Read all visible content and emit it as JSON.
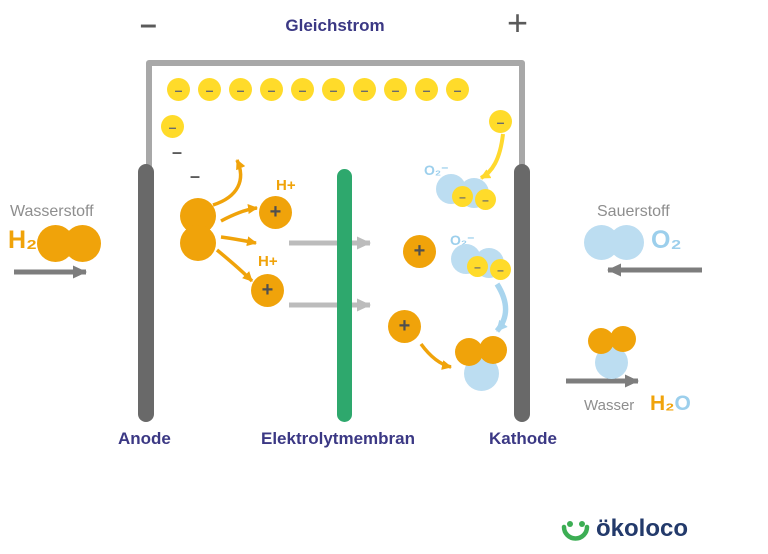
{
  "title": "Gleichstrom",
  "terminals": {
    "minus": "–",
    "plus": "+"
  },
  "symbols": {
    "minus": "–",
    "plus": "+"
  },
  "inputs": {
    "left": {
      "label": "Wasserstoff",
      "formula": "H₂"
    },
    "right": {
      "label": "Sauerstoff",
      "formula": "O₂"
    }
  },
  "parts": {
    "anode": "Anode",
    "membrane": "Elektrolytmembran",
    "cathode": "Kathode"
  },
  "ions": {
    "h_plus": "H+",
    "o2_minus": "O₂⁻"
  },
  "output": {
    "label": "Wasser",
    "h2": "H₂",
    "o": "O"
  },
  "logo": {
    "text": "ökoloco"
  },
  "colors": {
    "orange": "#F0A30A",
    "electron_yellow": "#FFDB2A",
    "oxygen_blue": "#BCDDF1",
    "membrane_green": "#2EA86D",
    "electrode_gray": "#696969",
    "wire_gray": "#A8A8A8",
    "label_navy": "#3B3884",
    "text_gray": "#8E8E8E",
    "logo_navy": "#233A6B",
    "logo_green": "#3CAE54"
  }
}
